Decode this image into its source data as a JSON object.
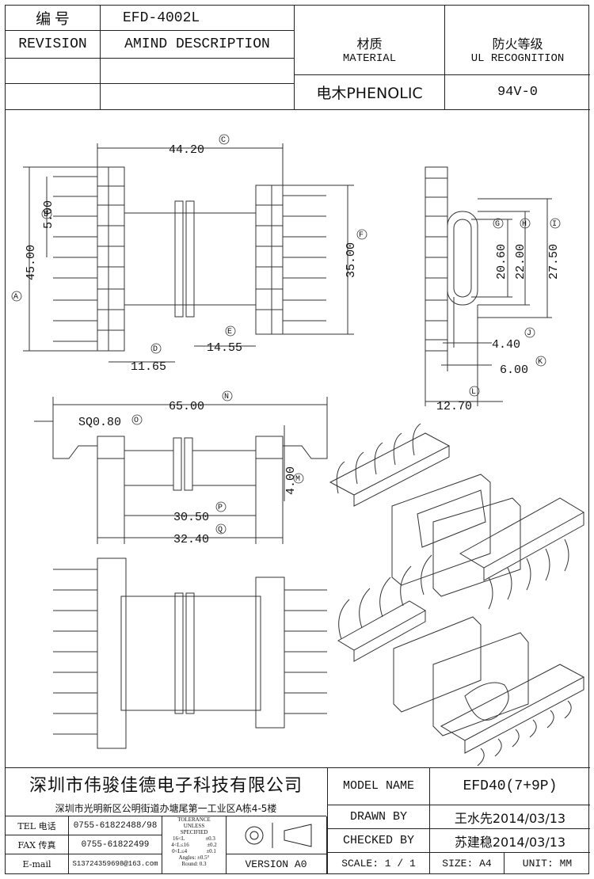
{
  "header": {
    "code_label": "编  号",
    "code_value": "EFD-4002L",
    "revision_label": "REVISION",
    "amend_label": "AMIND DESCRIPTION",
    "material_cn": "材质",
    "material_en": "MATERIAL",
    "material_value": "电木PHENOLIC",
    "ul_cn": "防火等级",
    "ul_en": "UL RECOGNITION",
    "ul_value": "94V-0"
  },
  "dimensions": {
    "A": {
      "value": "45.00",
      "tag": "A"
    },
    "B": {
      "value": "5.00",
      "tag": "B"
    },
    "C": {
      "value": "44.20",
      "tag": "C"
    },
    "D": {
      "value": "11.65",
      "tag": "D"
    },
    "E": {
      "value": "14.55",
      "tag": "E"
    },
    "F": {
      "value": "35.00",
      "tag": "F"
    },
    "G": {
      "value": "20.60",
      "tag": "G"
    },
    "H": {
      "value": "22.00",
      "tag": "H"
    },
    "I": {
      "value": "27.50",
      "tag": "I"
    },
    "J": {
      "value": "4.40",
      "tag": "J"
    },
    "K": {
      "value": "6.00",
      "tag": "K"
    },
    "L": {
      "value": "12.70",
      "tag": "L"
    },
    "M": {
      "value": "4.00",
      "tag": "M"
    },
    "N": {
      "value": "65.00",
      "tag": "N"
    },
    "O": {
      "value": "SQ0.80",
      "tag": "O"
    },
    "P": {
      "value": "30.50",
      "tag": "P"
    },
    "Q": {
      "value": "32.40",
      "tag": "Q"
    }
  },
  "footer": {
    "company": "深圳市伟骏佳德电子科技有限公司",
    "address": "深圳市光明新区公明街道办塘尾第一工业区A栋4-5楼",
    "tel_label": "TEL 电话",
    "tel_value": "0755-61822488/98",
    "fax_label": "FAX 传真",
    "fax_value": "0755-61822499",
    "email_label": "E-mail",
    "email_value": "S13724359698@163.com",
    "tolerance_title": "TOLERANCE",
    "tolerance_unless": "UNLESS",
    "tolerance_specified": "SPECIFIED",
    "tol_rows": [
      {
        "range": "16<L",
        "tol": "±0.3"
      },
      {
        "range": "4<L≤16",
        "tol": "±0.2"
      },
      {
        "range": "0<L≤4",
        "tol": "±0.1"
      }
    ],
    "tol_angles": "Angles: ±0.5°",
    "tol_round": "Round: 0.3",
    "version": "VERSION A0",
    "model_label": "MODEL NAME",
    "model_value": "EFD40(7+9P)",
    "drawn_label": "DRAWN BY",
    "drawn_value": "王水先2014/03/13",
    "checked_label": "CHECKED BY",
    "checked_value": "苏建稳2014/03/13",
    "scale_label": "SCALE: 1 / 1",
    "size_label": "SIZE: A4",
    "unit_label": "UNIT: MM"
  }
}
